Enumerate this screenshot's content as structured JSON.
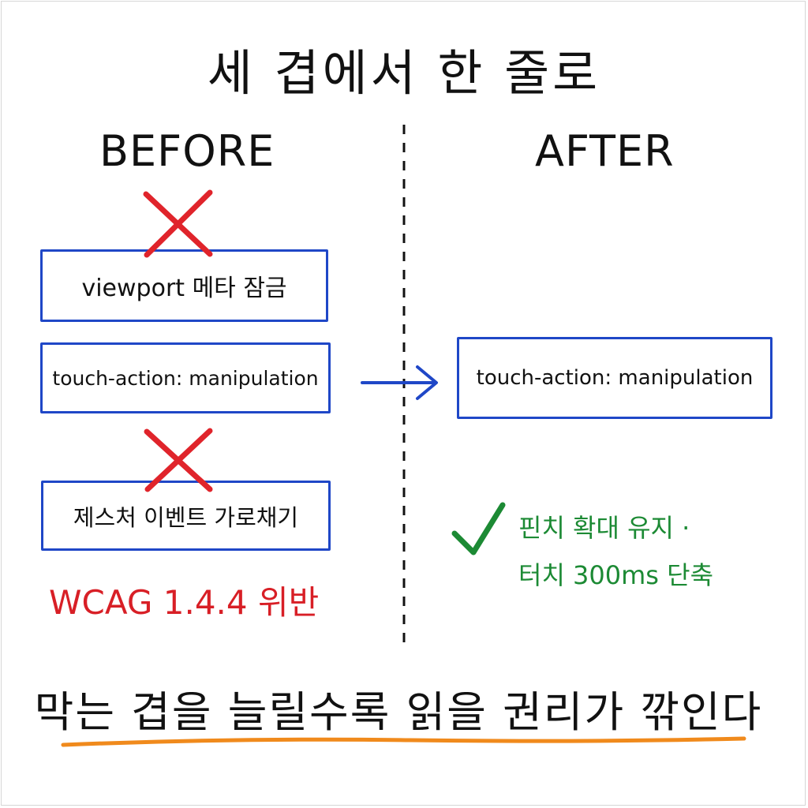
{
  "title": "세 겹에서 한 줄로",
  "before": {
    "heading": "BEFORE",
    "items": [
      {
        "label": "viewport 메타 잠금",
        "crossed": true
      },
      {
        "label": "touch-action: manipulation",
        "crossed": false
      },
      {
        "label": "제스처 이벤트 가로채기",
        "crossed": true
      }
    ],
    "warning": "WCAG 1.4.4 위반"
  },
  "after": {
    "heading": "AFTER",
    "item": "touch-action: manipulation",
    "result_lines": [
      "핀치 확대 유지 ·",
      "터치 300ms 단축"
    ]
  },
  "conclusion": "막는 겹을 늘릴수록 읽을 권리가 깎인다",
  "icons": {
    "cross": "cross-mark-icon",
    "check": "check-mark-icon",
    "arrow": "right-arrow-icon"
  },
  "colors": {
    "box_border": "#1f47c7",
    "cross": "#e0242b",
    "warning": "#d81f26",
    "check": "#1c8a34",
    "underline": "#f08a1c"
  }
}
